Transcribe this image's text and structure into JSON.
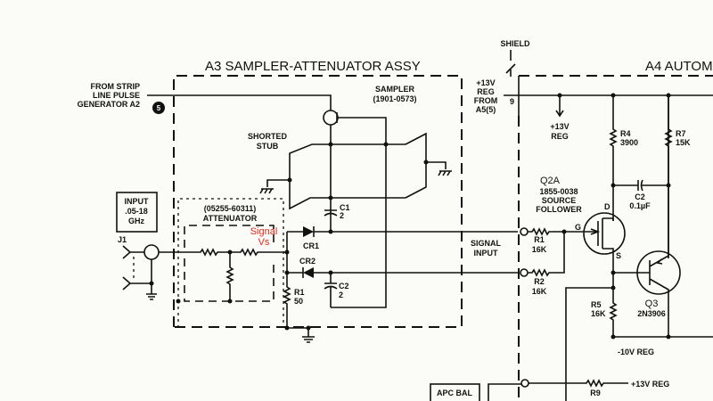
{
  "titles": {
    "a3": "A3 SAMPLER-ATTENUATOR ASSY",
    "a4": "A4 AUTOM"
  },
  "source": [
    "FROM STRIP",
    "LINE PULSE",
    "GENERATOR A2"
  ],
  "source_marker": "5",
  "sampler": [
    "SAMPLER",
    "(1901-0573)"
  ],
  "stub": [
    "SHORTED",
    "STUB"
  ],
  "input_box": [
    "INPUT",
    ".05-18",
    "GHz"
  ],
  "attenuator": [
    "(05255-60311)",
    "ATTENUATOR"
  ],
  "annotation": [
    "Signal",
    "Vs"
  ],
  "connector": "J1",
  "components": {
    "c1": [
      "C1",
      "2"
    ],
    "c2": [
      "C2",
      "2"
    ],
    "cr1": "CR1",
    "cr2": "CR2",
    "r1a3": [
      "R1",
      "50"
    ],
    "r1": [
      "R1",
      "16K"
    ],
    "r2": [
      "R2",
      "16K"
    ],
    "r4": [
      "R4",
      "3900"
    ],
    "r7": [
      "R7",
      "15K"
    ],
    "r5": [
      "R5",
      "16K"
    ],
    "c2a4": [
      "C2",
      "0.1µF"
    ],
    "r9": "R9",
    "q2a": [
      "Q2A",
      "1855-0038",
      "SOURCE",
      "FOLLOWER"
    ],
    "q3": [
      "Q3",
      "2N3906"
    ],
    "pins": {
      "d": "D",
      "g": "G",
      "s": "S"
    }
  },
  "shield": "SHIELD",
  "supply_from": [
    "+13V",
    "REG",
    "FROM",
    "A5(5)"
  ],
  "pin9": "9",
  "reg13": [
    "+13V",
    "REG"
  ],
  "signal_input": [
    "SIGNAL",
    "INPUT"
  ],
  "neg10": "-10V REG",
  "reg13_bottom": "+13V REG",
  "apc_bal": "APC BAL"
}
